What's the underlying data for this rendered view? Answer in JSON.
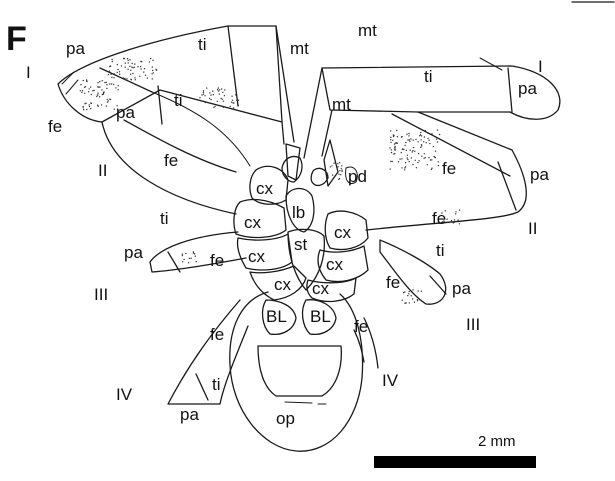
{
  "panel_letter": "F",
  "labels": {
    "pa_1": "pa",
    "ti_1": "ti",
    "mt_1": "mt",
    "mt_2": "mt",
    "I_left": "I",
    "fe_1": "fe",
    "pa_2": "pa",
    "ti_2": "ti",
    "ti_3": "ti",
    "I_right": "I",
    "pa_3": "pa",
    "mt_3": "mt",
    "II_left": "II",
    "fe_2": "fe",
    "pd": "pd",
    "fe_3": "fe",
    "pa_4": "pa",
    "cx_1": "cx",
    "cx_2": "cx",
    "lb": "lb",
    "cx_3": "cx",
    "fe_4": "fe",
    "II_right": "II",
    "st": "st",
    "ti_4": "ti",
    "pa_5": "pa",
    "cx_4": "cx",
    "cx_5": "cx",
    "fe_5": "fe",
    "ti_5": "ti",
    "cx_6": "cx",
    "cx_7": "cx",
    "III_left": "III",
    "fe_6": "fe",
    "pa_6": "pa",
    "III_right": "III",
    "bl_1": "BL",
    "bl_2": "BL",
    "fe_7": "fe",
    "fe_8": "fe",
    "IV_left": "IV",
    "IV_right": "IV",
    "ti_6": "ti",
    "pa_7": "pa",
    "op": "op"
  },
  "scale_bar": {
    "label": "2 mm"
  }
}
